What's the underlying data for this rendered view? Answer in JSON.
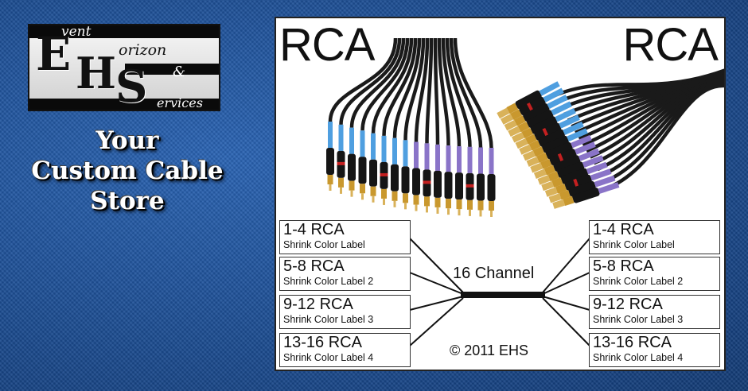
{
  "logo": {
    "letters_big": [
      "E",
      "H",
      "S"
    ],
    "line1": "vent",
    "line2": "orizon",
    "line3": "&",
    "line4": "ervices"
  },
  "tagline": [
    "Your",
    "Custom Cable",
    "Store"
  ],
  "diagram": {
    "left_connector": "RCA",
    "right_connector": "RCA",
    "channel_label": "16 Channel",
    "copyright": "© 2011 EHS",
    "left_labels": [
      {
        "title": "1-4 RCA",
        "sub": "Shrink Color Label"
      },
      {
        "title": "5-8 RCA",
        "sub": "Shrink Color Label 2"
      },
      {
        "title": "9-12 RCA",
        "sub": "Shrink Color Label 3"
      },
      {
        "title": "13-16 RCA",
        "sub": "Shrink Color Label 4"
      }
    ],
    "right_labels": [
      {
        "title": "1-4 RCA",
        "sub": "Shrink Color Label"
      },
      {
        "title": "5-8 RCA",
        "sub": "Shrink Color Label 2"
      },
      {
        "title": "9-12 RCA",
        "sub": "Shrink Color Label 3"
      },
      {
        "title": "13-16 RCA",
        "sub": "Shrink Color Label 4"
      }
    ]
  },
  "colors": {
    "background": "#1d4f96",
    "shrink_blue": "#4f9fe0",
    "shrink_purple": "#8a74c8",
    "gold": "#c9982e"
  }
}
